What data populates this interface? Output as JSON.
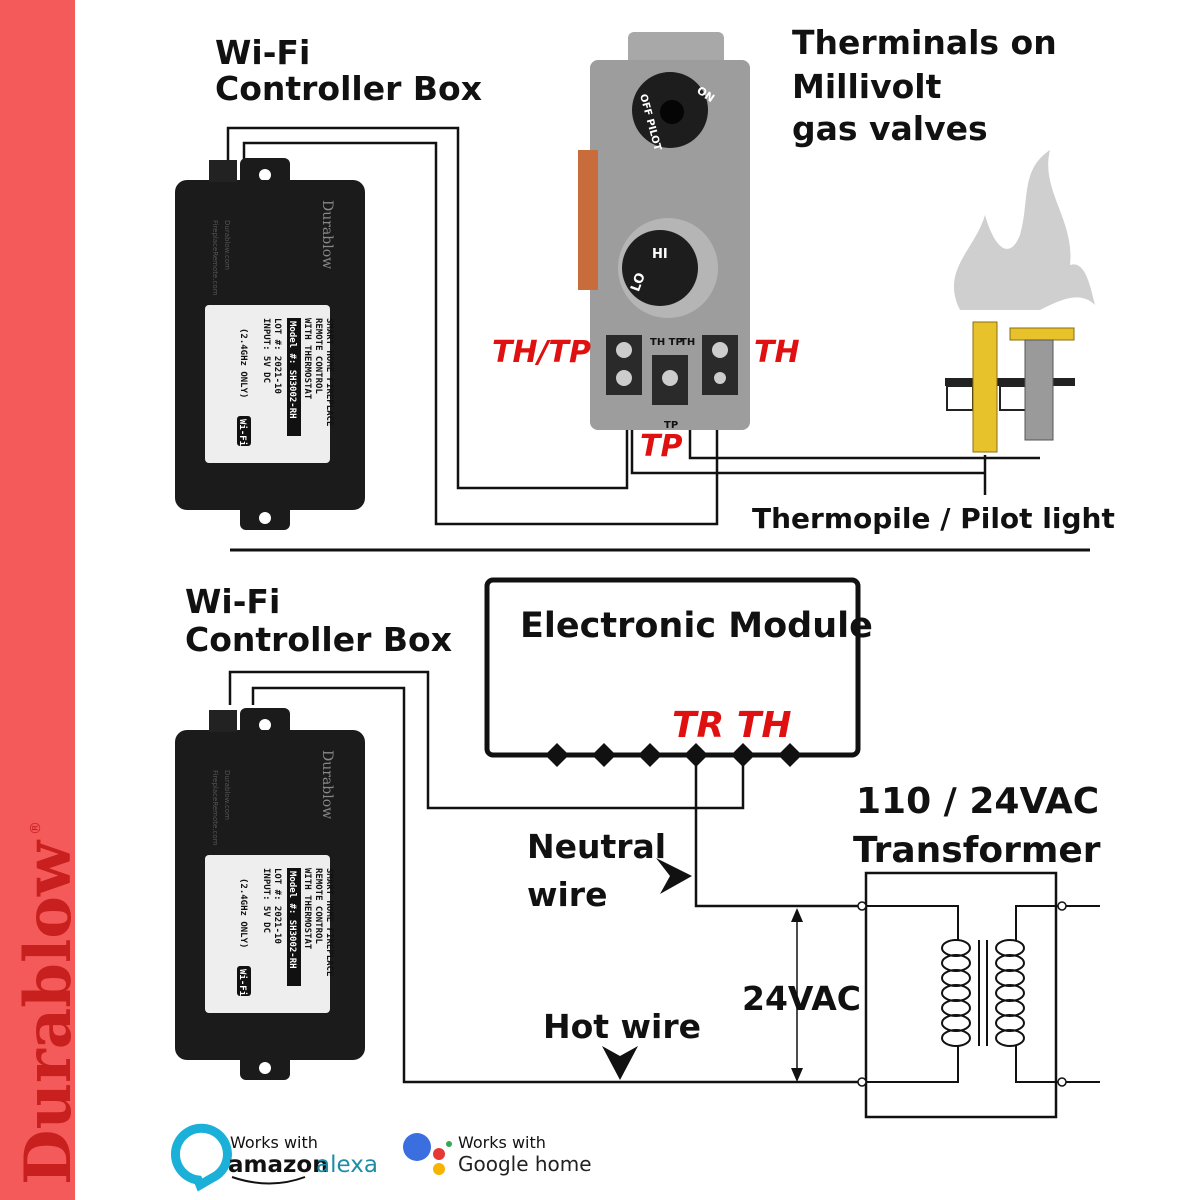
{
  "brand": {
    "name": "Durablow",
    "registered": "®",
    "strip_color": "#f45a5a",
    "logo_color": "#c8201e"
  },
  "top_section": {
    "controller_title_line1": "Wi-Fi",
    "controller_title_line2": "Controller Box",
    "valve_title_line1": "Therminals on",
    "valve_title_line2": "Millivolt",
    "valve_title_line3": "gas valves",
    "terminal_th_tp": "TH/TP",
    "terminal_th": "TH",
    "terminal_tp": "TP",
    "valve_knob_on": "ON",
    "valve_knob_off_pilot": "OFF PILOT",
    "valve_knob_hi": "HI",
    "valve_knob_lo": "LO",
    "valve_stamp_th_tp": "TH TP",
    "valve_stamp_th": "TH",
    "valve_stamp_tp": "TP",
    "pilot_caption": "Thermopile / Pilot light"
  },
  "bottom_section": {
    "controller_title_line1": "Wi-Fi",
    "controller_title_line2": "Controller Box",
    "module_title": "Electronic Module",
    "module_terminals": "TR TH",
    "transformer_title_line1": "110 / 24VAC",
    "transformer_title_line2": "Transformer",
    "neutral_line1": "Neutral",
    "neutral_line2": "wire",
    "hot_wire": "Hot wire",
    "voltage": "24VAC"
  },
  "controller_box": {
    "brand": "Durablow",
    "website1": "Durablow.com",
    "website2": "FireplaceRemote.com",
    "line1": "SMART HOME FIREPLACE",
    "line2": "REMOTE CONTROL",
    "line3": "WITH THERMOSTAT",
    "model": "Model #: SH3002-RH",
    "lot": "LOT #: 2021-10",
    "input": "INPUT: 5V DC",
    "band": "(2.4GHz ONLY)",
    "wifi_badge": "Wi-Fi"
  },
  "badges": {
    "alexa_works_with": "Works with",
    "alexa_amazon": "amazon",
    "alexa_name": "alexa",
    "alexa_color": "#1ab0d8",
    "google_works_with": "Works with",
    "google_name": "Google home",
    "google_colors": [
      "#3b6fe0",
      "#e53935",
      "#f6b400",
      "#34a853"
    ]
  },
  "colors": {
    "label_red": "#e01010",
    "box_black": "#1b1b1b",
    "valve_gray": "#9a9a9a",
    "pilot_yellow": "#e8c22a"
  }
}
